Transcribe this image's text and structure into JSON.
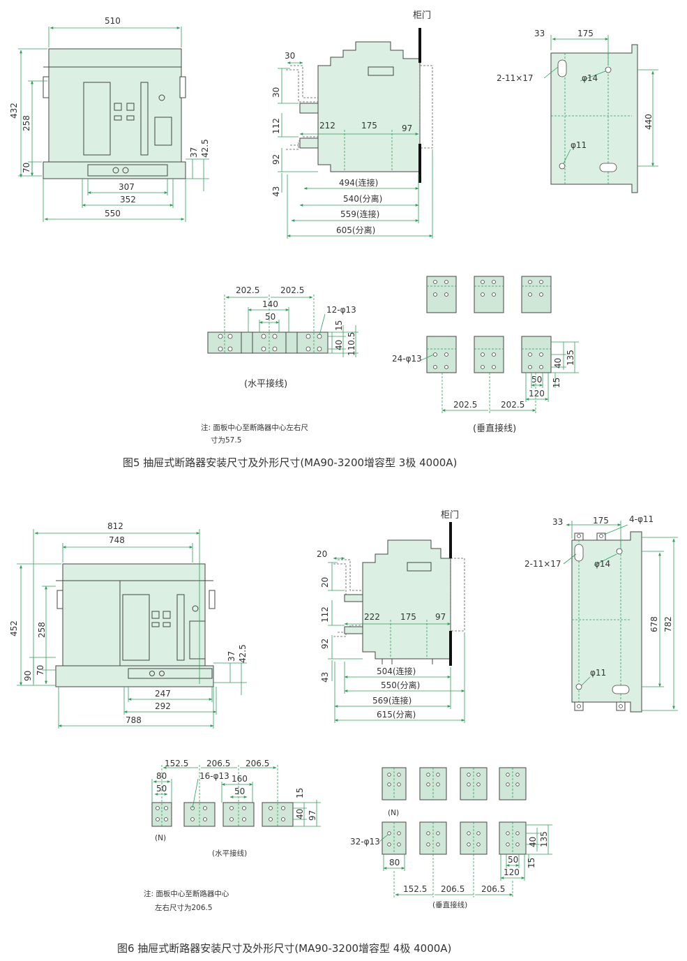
{
  "fig5": {
    "caption": "图5 抽屉式断路器安装尺寸及外形尺寸(MA90-3200增容型 3极 4000A)",
    "front": {
      "w510": "510",
      "h432": "432",
      "h258": "258",
      "h70": "70",
      "d37": "37",
      "d42_5": "42.5",
      "w307": "307",
      "w352": "352",
      "w550": "550"
    },
    "side": {
      "door": "柜门",
      "d30a": "30",
      "d30b": "30",
      "d112": "112",
      "d92": "92",
      "d43": "43",
      "d212": "212",
      "d175": "175",
      "d97": "97",
      "l494": "494(连接)",
      "l540": "540(分离)",
      "l559": "559(连接)",
      "l605": "605(分离)"
    },
    "mount": {
      "d33": "33",
      "d175": "175",
      "slot": "2-11×17",
      "phi14": "φ14",
      "h440": "440",
      "phi11": "φ11"
    },
    "hbus": {
      "d202a": "202.5",
      "d202b": "202.5",
      "d140": "140",
      "d50": "50",
      "holes": "12-φ13",
      "d15": "15",
      "d40": "40",
      "d110": "110.5",
      "label": "(水平接线)"
    },
    "vbus": {
      "holes": "24-φ13",
      "d135": "135",
      "d40": "40",
      "d50": "50",
      "d15": "15",
      "d120": "120",
      "d202a": "202.5",
      "d202b": "202.5",
      "label": "(垂直接线)"
    },
    "note1": "注: 面板中心至断路器中心左右尺",
    "note2": "寸为57.5"
  },
  "fig6": {
    "caption": "图6 抽屉式断路器安装尺寸及外形尺寸(MA90-3200增容型 4极 4000A)",
    "front": {
      "w812": "812",
      "w748": "748",
      "h452": "452",
      "h258": "258",
      "h90": "90",
      "h70": "70",
      "d37": "37",
      "d42_5": "42.5",
      "w247": "247",
      "w292": "292",
      "w788": "788"
    },
    "side": {
      "door": "柜门",
      "d20a": "20",
      "d20b": "20",
      "d112": "112",
      "d92": "92",
      "d43": "43",
      "d222": "222",
      "d175": "175",
      "d97": "97",
      "l504": "504(连接)",
      "l550": "550(分离)",
      "l569": "569(连接)",
      "l615": "615(分离)"
    },
    "mount": {
      "d33": "33",
      "d175": "175",
      "holes4": "4-φ11",
      "slot": "2-11×17",
      "phi14": "φ14",
      "h678": "678",
      "h782": "782",
      "phi11": "φ11"
    },
    "hbus": {
      "d152": "152.5",
      "d206a": "206.5",
      "d206b": "206.5",
      "d80": "80",
      "holes": "16-φ13",
      "d160": "160",
      "d50a": "50",
      "d50b": "50",
      "d15": "15",
      "d40": "40",
      "d97": "97",
      "n": "(N)",
      "label": "(水平接线)"
    },
    "vbus": {
      "n": "(N)",
      "holes": "32-φ13",
      "d135": "135",
      "d40": "40",
      "d15": "15",
      "d80": "80",
      "d50": "50",
      "d120": "120",
      "d152": "152.5",
      "d206a": "206.5",
      "d206b": "206.5",
      "label": "(垂直接线)"
    },
    "note1": "注: 面板中心至断路器中心",
    "note2": "左右尺寸为206.5"
  }
}
